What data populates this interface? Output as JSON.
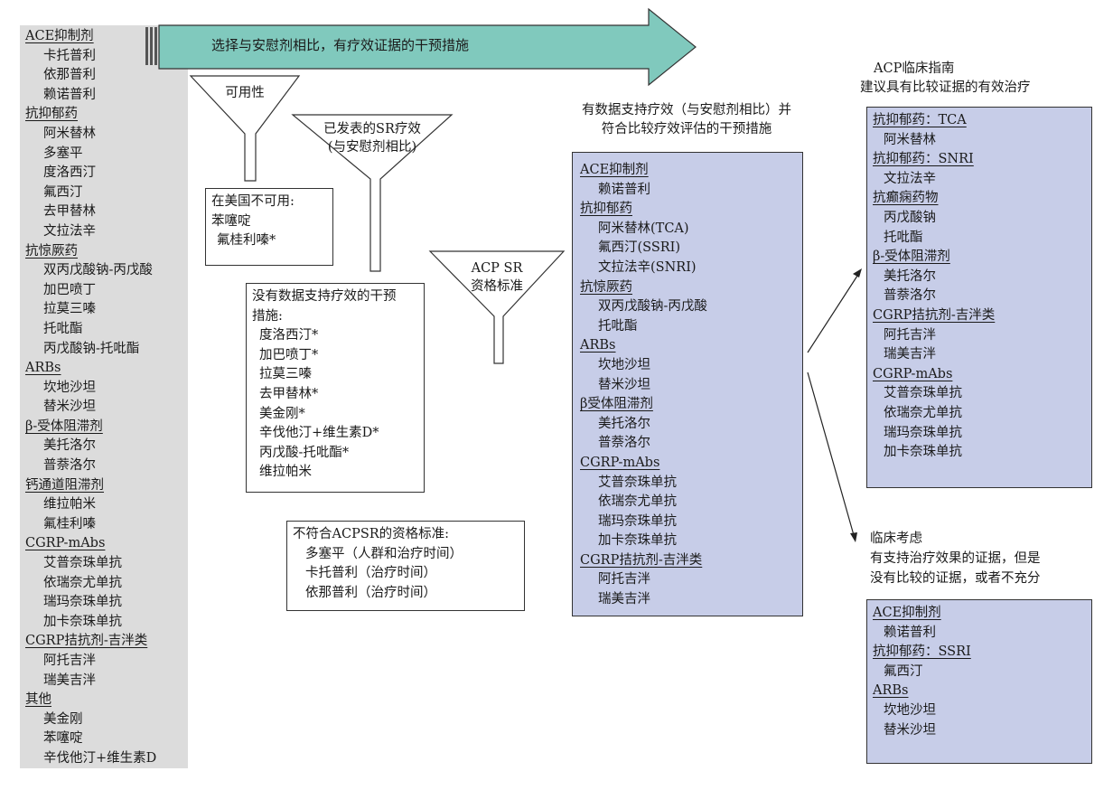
{
  "arrow_banner": "选择与安慰剂相比，有疗效证据的干预措施",
  "left_list": [
    {
      "head": "ACE抑制剂",
      "items": [
        "卡托普利",
        "依那普利",
        "赖诺普利"
      ]
    },
    {
      "head": "抗抑郁药",
      "items": [
        "阿米替林",
        "多塞平",
        "度洛西汀",
        "氟西汀",
        "去甲替林",
        "文拉法辛"
      ]
    },
    {
      "head": "抗惊厥药",
      "items": [
        "双丙戊酸钠-丙戊酸",
        "加巴喷丁",
        "拉莫三嗪",
        "托吡酯",
        "丙戊酸钠-托吡酯"
      ]
    },
    {
      "head": "ARBs",
      "items": [
        "坎地沙坦",
        "替米沙坦"
      ]
    },
    {
      "head": "β-受体阻滞剂",
      "items": [
        "美托洛尔",
        "普萘洛尔"
      ]
    },
    {
      "head": "钙通道阻滞剂",
      "items": [
        "维拉帕米",
        "氟桂利嗪"
      ]
    },
    {
      "head": "CGRP-mAbs",
      "items": [
        "艾普奈珠单抗",
        "依瑞奈尤单抗",
        "瑞玛奈珠单抗",
        "加卡奈珠单抗"
      ]
    },
    {
      "head": "CGRP拮抗剂-吉泮类",
      "items": [
        "阿托吉泮",
        "瑞美吉泮"
      ]
    },
    {
      "head": "其他",
      "items": [
        "美金刚",
        "苯噻啶",
        "辛伐他汀+维生素D"
      ]
    }
  ],
  "funnel1": {
    "label": "可用性"
  },
  "funnel2": {
    "label1": "已发表的SR疗效",
    "label2": "(与安慰剂相比)"
  },
  "funnel3": {
    "label1": "ACP SR",
    "label2": "资格标准"
  },
  "not_available": {
    "title": "在美国不可用:",
    "items": [
      "苯噻啶",
      "氟桂利嗪*"
    ]
  },
  "no_data": {
    "title1": "没有数据支持疗效的干预",
    "title2": "措施:",
    "items": [
      "度洛西汀*",
      "加巴喷丁*",
      "拉莫三嗪",
      "去甲替林*",
      "美金刚*",
      "辛伐他汀+维生素D*",
      "丙戊酸-托吡酯*",
      "维拉帕米"
    ]
  },
  "not_eligible": {
    "title": "不符合ACPSR的资格标准:",
    "items": [
      "多塞平（人群和治疗时间）",
      "卡托普利（治疗时间）",
      "依那普利（治疗时间）"
    ]
  },
  "middle_heading": {
    "line1": "有数据支持疗效（与安慰剂相比）并",
    "line2": "符合比较疗效评估的干预措施"
  },
  "middle_list": [
    {
      "head": "ACE抑制剂",
      "items": [
        "赖诺普利"
      ]
    },
    {
      "head": "抗抑郁药",
      "items": [
        "阿米替林(TCA)",
        "氟西汀(SSRI)",
        "文拉法辛(SNRI)"
      ]
    },
    {
      "head": "抗惊厥药",
      "items": [
        "双丙戊酸钠-丙戊酸",
        "托吡酯"
      ]
    },
    {
      "head": "ARBs",
      "items": [
        "坎地沙坦",
        "替米沙坦"
      ]
    },
    {
      "head": "β受体阻滞剂",
      "items": [
        "美托洛尔",
        "普萘洛尔"
      ]
    },
    {
      "head": "CGRP-mAbs",
      "items": [
        "艾普奈珠单抗",
        "依瑞奈尤单抗",
        "瑞玛奈珠单抗",
        "加卡奈珠单抗"
      ]
    },
    {
      "head": "CGRP拮抗剂-吉泮类",
      "items": [
        "阿托吉泮",
        "瑞美吉泮"
      ]
    }
  ],
  "right_top_heading": {
    "line1": "ACP临床指南",
    "line2": "建议具有比较证据的有效治疗"
  },
  "right_top_list": [
    {
      "head": "抗抑郁药：TCA",
      "items": [
        "阿米替林"
      ]
    },
    {
      "head": "抗抑郁药：SNRI",
      "items": [
        "文拉法辛"
      ]
    },
    {
      "head": "抗癫痫药物",
      "items": [
        "丙戊酸钠",
        "托吡酯"
      ]
    },
    {
      "head": "β-受体阻滞剂",
      "items": [
        "美托洛尔",
        "普萘洛尔"
      ]
    },
    {
      "head": "CGRP拮抗剂-吉泮类",
      "items": [
        "阿托吉泮",
        "瑞美吉泮"
      ]
    },
    {
      "head": "CGRP-mAbs",
      "items": [
        "艾普奈珠单抗",
        "依瑞奈尤单抗",
        "瑞玛奈珠单抗",
        "加卡奈珠单抗"
      ]
    }
  ],
  "right_bottom_heading": {
    "line1": "临床考虑",
    "line2": "有支持治疗效果的证据，但是",
    "line3": "没有比较的证据，或者不充分"
  },
  "right_bottom_list": [
    {
      "head": "ACE抑制剂",
      "items": [
        "赖诺普利"
      ]
    },
    {
      "head": "抗抑郁药：SSRI",
      "items": [
        "氟西汀"
      ]
    },
    {
      "head": "ARBs",
      "items": [
        "坎地沙坦",
        "替米沙坦"
      ]
    }
  ],
  "colors": {
    "arrow_fill": "#80c9bd",
    "left_panel": "#dcdcdc",
    "blue_box": "#c7cde8"
  }
}
